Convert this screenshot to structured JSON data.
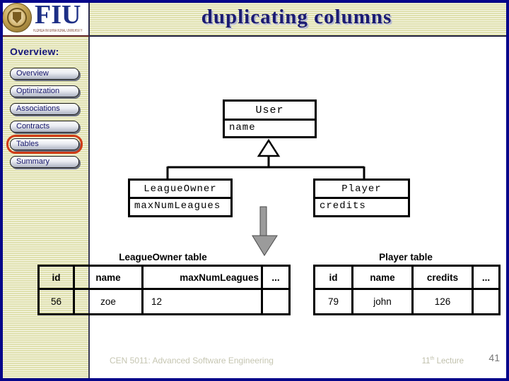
{
  "header": {
    "title": "duplicating columns",
    "logo": {
      "abbr": "FIU",
      "full": "FLORIDA INTERNATIONAL UNIVERSITY"
    }
  },
  "sidebar": {
    "heading": "Overview:",
    "items": [
      {
        "label": "Overview",
        "active": false
      },
      {
        "label": "Optimization",
        "active": false
      },
      {
        "label": "Associations",
        "active": false
      },
      {
        "label": "Contracts",
        "active": false
      },
      {
        "label": "Tables",
        "active": true
      },
      {
        "label": "Summary",
        "active": false
      }
    ]
  },
  "diagram": {
    "type": "uml-class-inheritance",
    "parent_class": {
      "name": "User",
      "attribute": "name"
    },
    "child_classes": [
      {
        "name": "LeagueOwner",
        "attribute": "maxNumLeagues"
      },
      {
        "name": "Player",
        "attribute": "credits"
      }
    ]
  },
  "tables": {
    "league_owner": {
      "title": "LeagueOwner table",
      "headers": [
        "id",
        "name",
        "maxNumLeagues",
        "..."
      ],
      "rows": [
        [
          "56",
          "zoe",
          "12",
          ""
        ]
      ]
    },
    "player": {
      "title": "Player table",
      "headers": [
        "id",
        "name",
        "credits",
        "..."
      ],
      "rows": [
        [
          "79",
          "john",
          "126",
          ""
        ]
      ]
    }
  },
  "footer": {
    "course": "CEN 5011: Advanced Software Engineering",
    "lecture_number": "11",
    "lecture_suffix": "th",
    "lecture_label": "Lecture",
    "page_number": "41"
  },
  "colors": {
    "accent_highlight": "#cf3a16",
    "title_navy": "#1b1b72",
    "border_navy": "#05058a",
    "stripe_khaki": "#dfe0ae",
    "seal_gold": "#c3a251",
    "arrow_gray": "#9b9b9b"
  }
}
